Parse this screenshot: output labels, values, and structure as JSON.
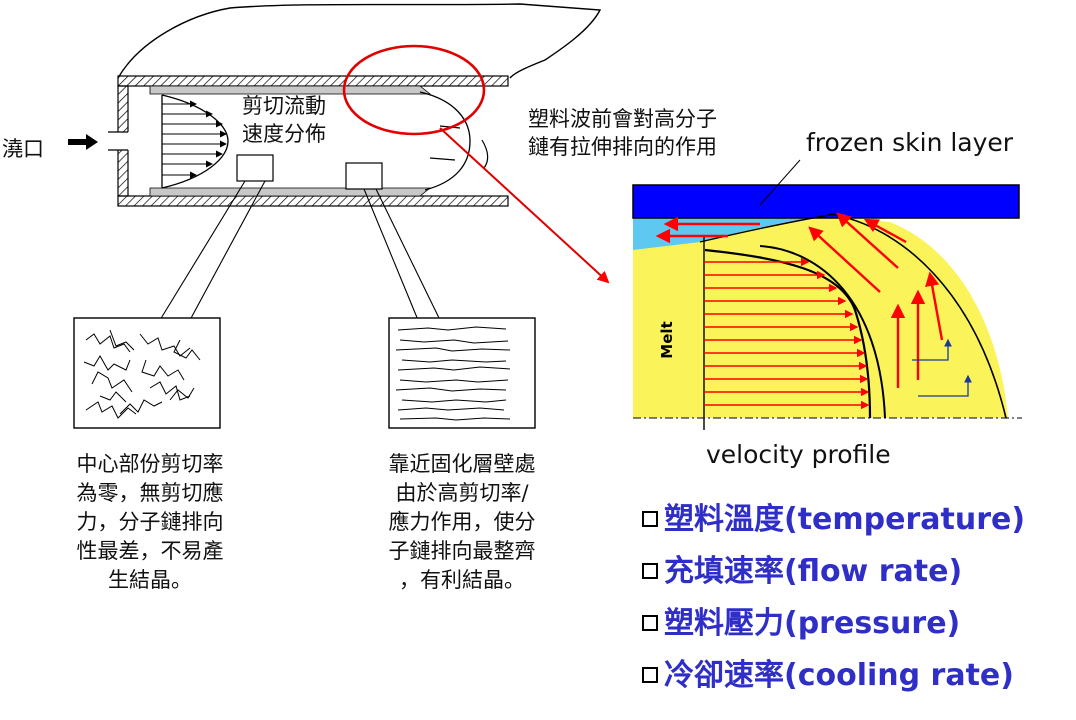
{
  "labels": {
    "gate": "澆口",
    "shear_line1": "剪切流動",
    "shear_line2": "速度分佈",
    "front_line1": "塑料波前會對高分子",
    "front_line2": "鏈有拉伸排向的作用",
    "frozen": "frozen skin layer",
    "melt": "Melt",
    "velocity": "velocity profile"
  },
  "notes": {
    "left": [
      "中心部份剪切率",
      "為零，無剪切應",
      "力，分子鏈排向",
      "性最差，不易產",
      "生結晶。"
    ],
    "right": [
      "靠近固化層壁處",
      "由於高剪切率/",
      "應力作用，使分",
      "子鏈排向最整齊",
      "，有利結晶。"
    ]
  },
  "factors": [
    "塑料溫度(temperature)",
    "充填速率(flow rate)",
    "塑料壓力(pressure)",
    "冷卻速率(cooling rate)"
  ],
  "colors": {
    "factor_text": "#2f2fc8",
    "frozen_layer": "#0000ff",
    "skin_cyan": "#5ec8f0",
    "melt_yellow": "#fbf35a",
    "arrow_red": "#ff0000"
  }
}
